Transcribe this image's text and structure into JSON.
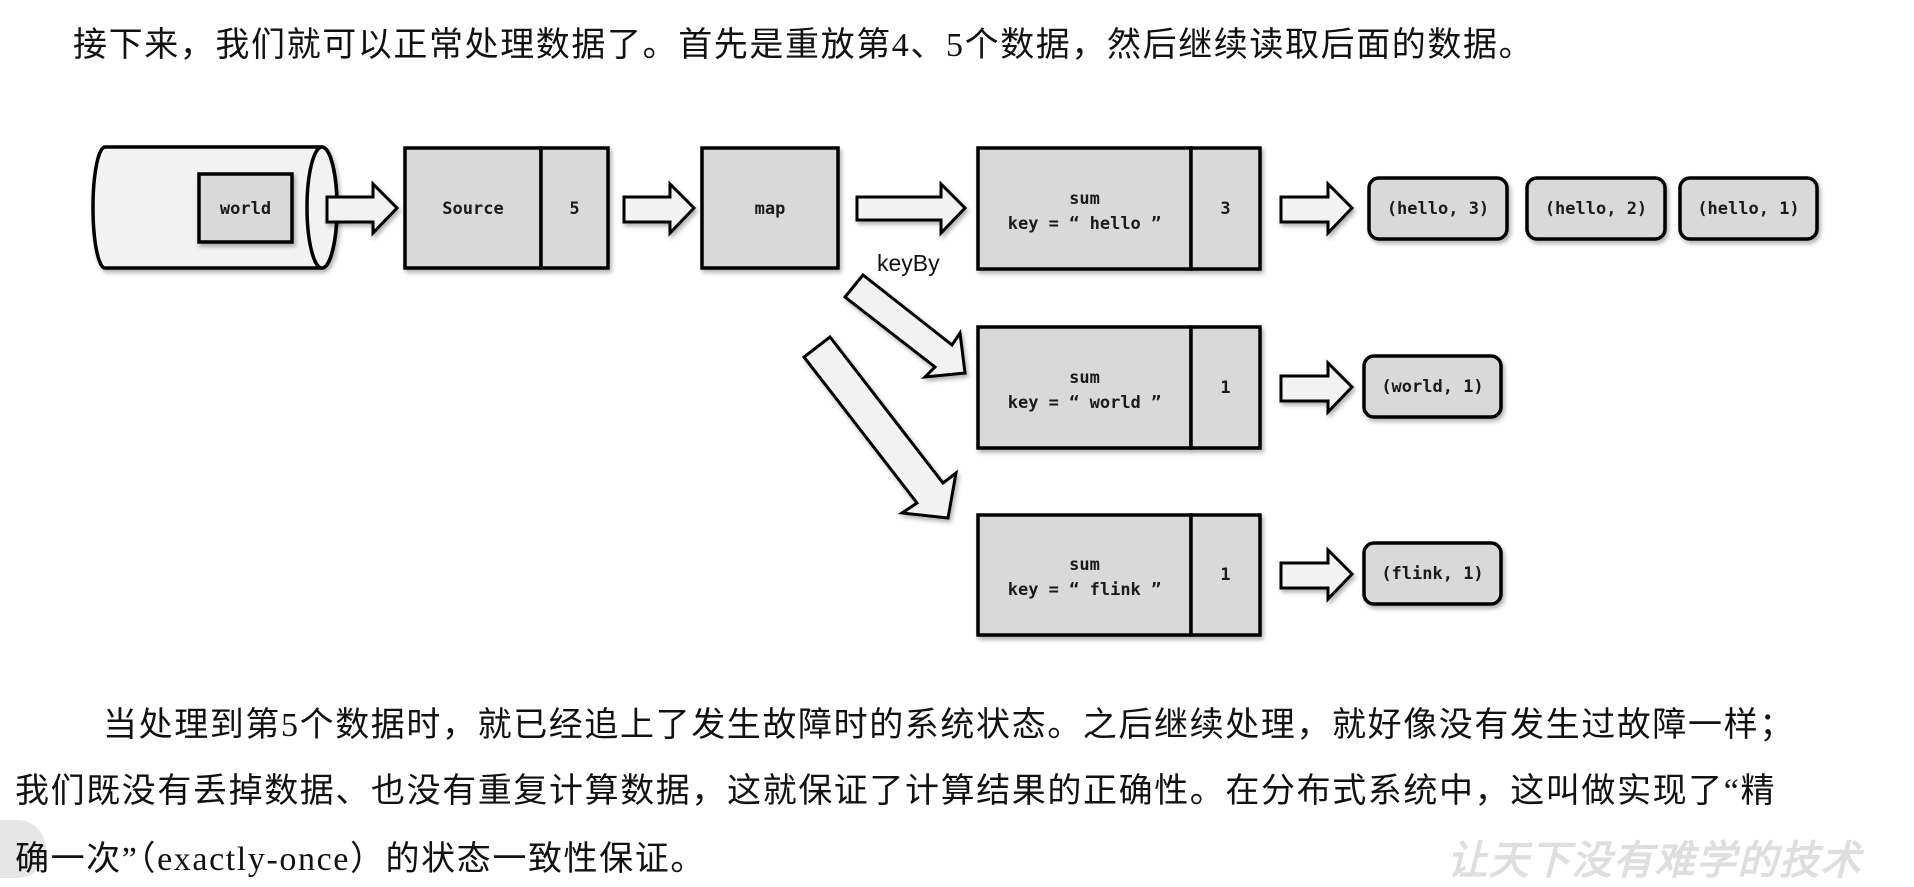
{
  "text": {
    "intro": "接下来，我们就可以正常处理数据了。首先是重放第4、5个数据，然后继续读取后面的数据。",
    "para_line1": "当处理到第5个数据时，就已经追上了发生故障时的系统状态。之后继续处理，就好像没有发生过故障一样；",
    "para_line2": "我们既没有丢掉数据、也没有重复计算数据，这就保证了计算结果的正确性。在分布式系统中，这叫做实现了“精",
    "para_line3": "确一次”（exactly-once）的状态一致性保证。",
    "watermark": "让天下没有难学的技术"
  },
  "diagram": {
    "source_queue_item": "world",
    "source": {
      "label": "Source",
      "state": "5"
    },
    "map": {
      "label": "map"
    },
    "edge_label": "keyBy",
    "sum_tasks": [
      {
        "title": "sum",
        "key": "key = “ hello ”",
        "state": "3",
        "outputs": [
          "(hello, 3)",
          "(hello, 2)",
          "(hello, 1)"
        ]
      },
      {
        "title": "sum",
        "key": "key = “ world ”",
        "state": "1",
        "outputs": [
          "(world, 1)"
        ]
      },
      {
        "title": "sum",
        "key": "key = “ flink ”",
        "state": "1",
        "outputs": [
          "(flink, 1)"
        ]
      }
    ],
    "colors": {
      "box_fill": "#d9d9d9",
      "arrow_fill": "#f2f2f2",
      "stroke": "#000000"
    }
  }
}
